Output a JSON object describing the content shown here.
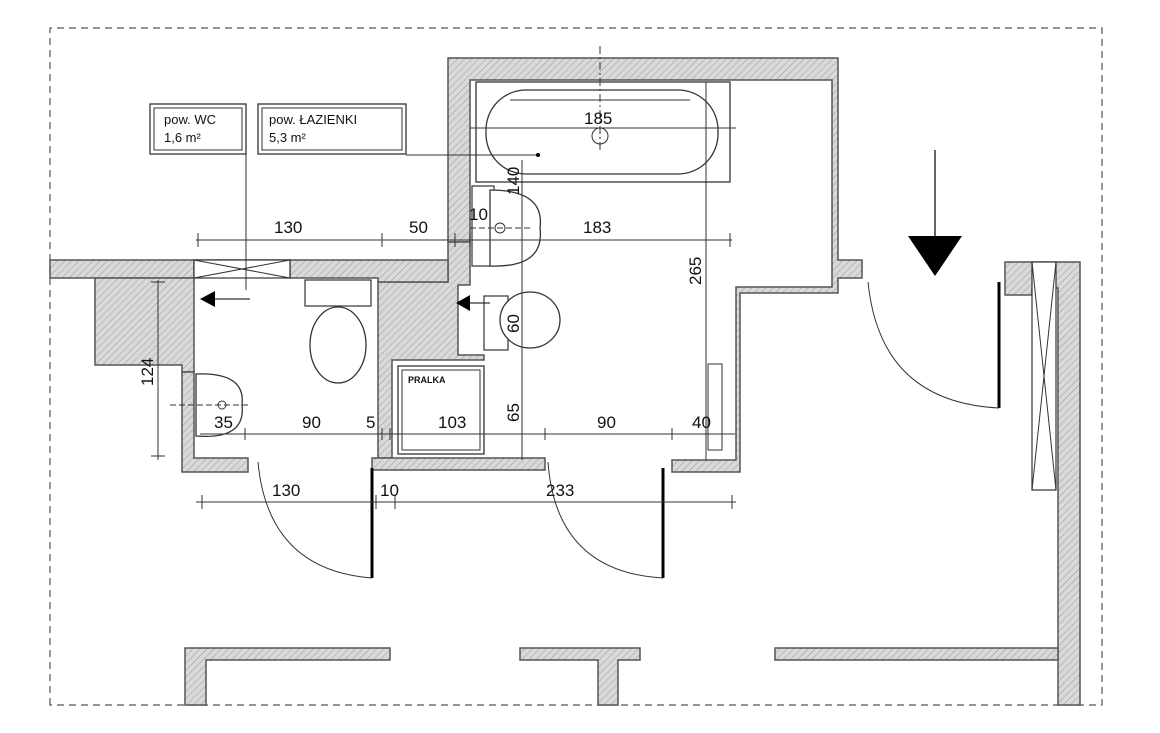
{
  "labels": {
    "wc_area_title": "pow. WC",
    "wc_area_value": "1,6 m²",
    "bath_area_title": "pow. ŁAZIENKI",
    "bath_area_value": "5,3 m²",
    "washer": "PRALKA"
  },
  "dimensions": {
    "tub_length": "185",
    "tub_width": "140",
    "sink_offset": "10",
    "top_wc_width": "130",
    "top_partition": "50",
    "top_bath_width": "183",
    "bath_depth": "265",
    "toilet_depth": "60",
    "wc_depth": "124",
    "washer_depth": "65",
    "wc_sink": "35",
    "wc_door": "90",
    "gap_small": "5",
    "washer_width": "103",
    "bath_door": "90",
    "right_wall": "40",
    "bottom_wc": "130",
    "bottom_partition": "10",
    "bottom_bath": "233"
  },
  "colors": {
    "wall_fill": "#d9d9d9",
    "line": "#333333",
    "marker": "#000000"
  }
}
